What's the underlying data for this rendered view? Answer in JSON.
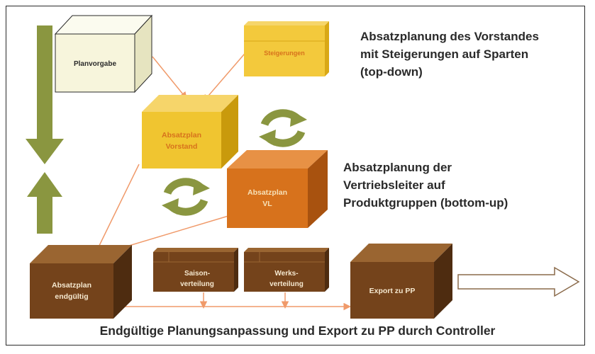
{
  "boxes": {
    "planvorgabe": {
      "label": "Planvorgabe",
      "color": "#f7f5dc"
    },
    "steigerungen": {
      "label": "Steigerungen",
      "color": "#f3c93c"
    },
    "absatzplan_vorstand": {
      "label": [
        "Absatzplan",
        "Vorstand"
      ],
      "color": "#f0c530"
    },
    "absatzplan_vl": {
      "label": [
        "Absatzplan",
        "VL"
      ],
      "color": "#d7721c"
    },
    "absatzplan_endgueltig": {
      "label": [
        "Absatzplan",
        "endgültig"
      ],
      "color": "#74431b"
    },
    "saisonverteilung": {
      "label": [
        "Saison-",
        "verteilung"
      ],
      "color": "#74431b"
    },
    "werksverteilung": {
      "label": [
        "Werks-",
        "verteilung"
      ],
      "color": "#74431b"
    },
    "export_pp": {
      "label": "Export zu PP",
      "color": "#74431b"
    }
  },
  "notes": {
    "top_down": [
      "Absatzplanung des Vorstandes",
      "mit Steigerungen auf Sparten",
      "(top-down)"
    ],
    "bottom_up": [
      "Absatzplanung der",
      "Vertriebsleiter auf",
      "Produktgruppen (bottom-up)"
    ]
  },
  "caption": "Endgültige Planungsanpassung und Export zu PP durch Controller",
  "colors": {
    "arrow_green": "#8a9640",
    "connector_orange": "#f09a6a",
    "outline_dark": "#2a2a2a"
  }
}
